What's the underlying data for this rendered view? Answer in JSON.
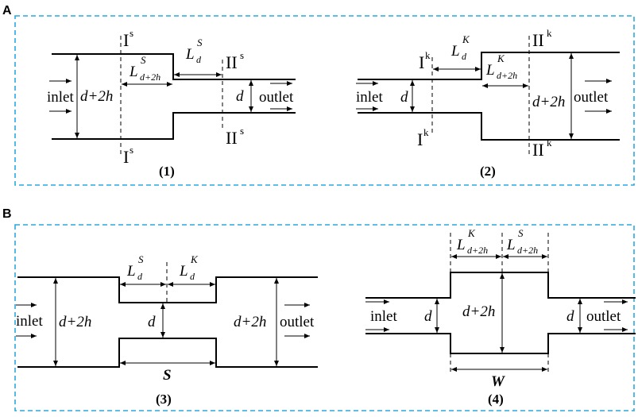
{
  "panels": {
    "A": {
      "letter": "A"
    },
    "B": {
      "letter": "B"
    }
  },
  "text": {
    "inlet": "inlet",
    "outlet": "outlet",
    "d": "d",
    "d2h": "d+2h",
    "L": "L",
    "sub_d": "d",
    "sub_d2h": "d+2h",
    "sup_S": "S",
    "sup_K": "K",
    "sec_I": "I",
    "sec_II": "II",
    "sec_s": "s",
    "sec_k": "k",
    "S_width": "S",
    "W_width": "W"
  },
  "captions": {
    "c1": "(1)",
    "c2": "(2)",
    "c3": "(3)",
    "c4": "(4)"
  },
  "colors": {
    "frame": "#29a8e0",
    "ink": "#000000"
  }
}
